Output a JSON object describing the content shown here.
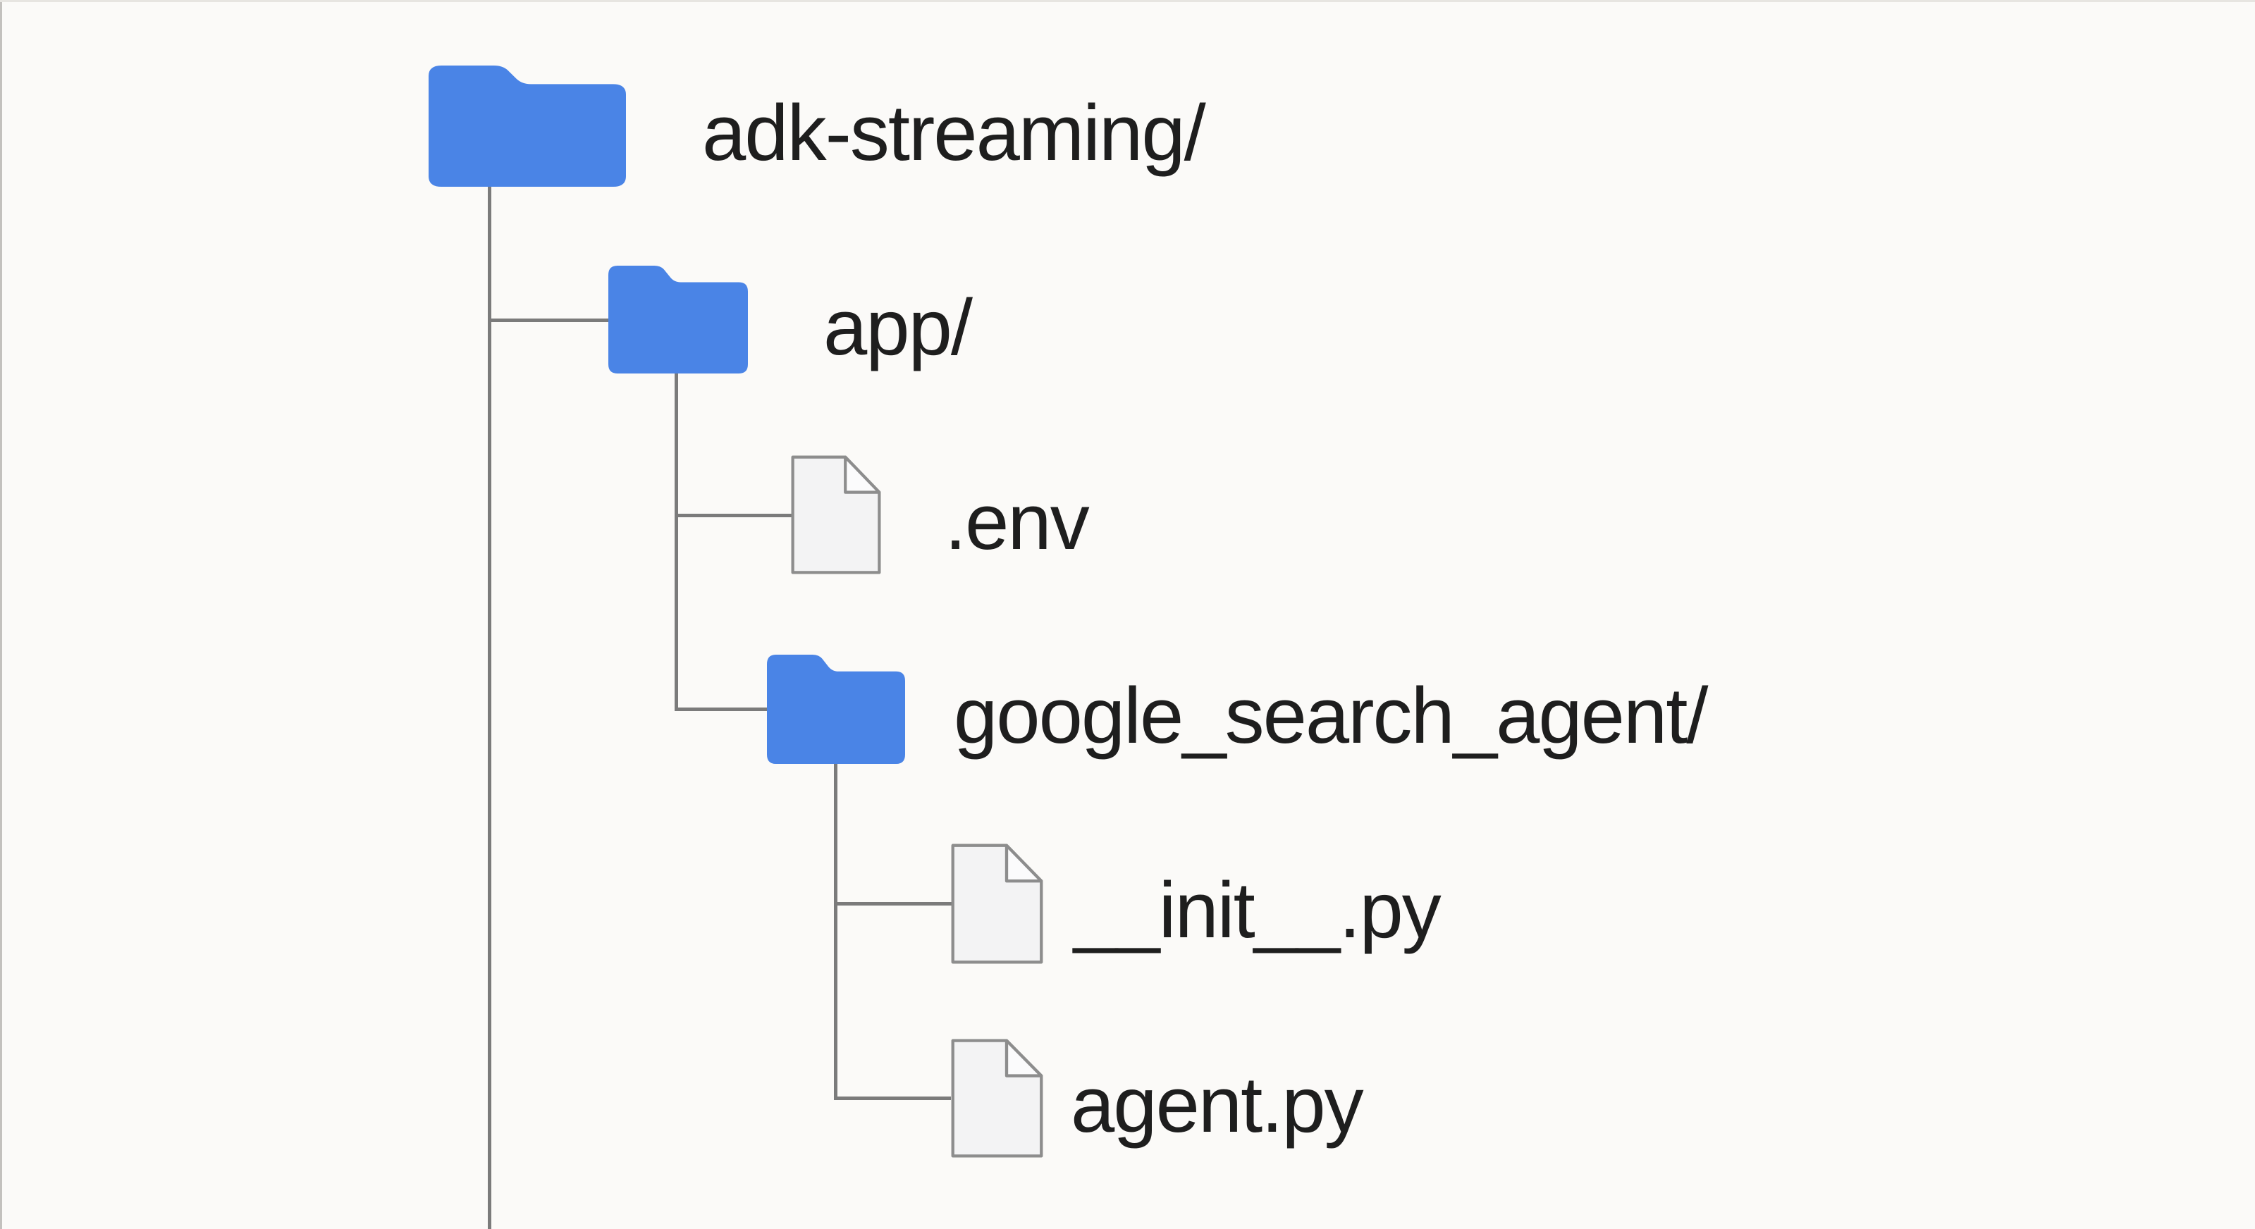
{
  "tree": {
    "nodes": [
      {
        "label": "adk-streaming/",
        "icon": "folder-icon",
        "type": "directory",
        "depth": 0
      },
      {
        "label": "app/",
        "icon": "folder-icon",
        "type": "directory",
        "depth": 1
      },
      {
        "label": ".env",
        "icon": "file-icon",
        "type": "file",
        "depth": 2
      },
      {
        "label": "google_search_agent/",
        "icon": "folder-icon",
        "type": "directory",
        "depth": 2
      },
      {
        "label": "__init__.py",
        "icon": "file-icon",
        "type": "file",
        "depth": 3
      },
      {
        "label": "agent.py",
        "icon": "file-icon",
        "type": "file",
        "depth": 3
      }
    ]
  },
  "colors": {
    "folder_blue": "#4a84e6",
    "connector_gray": "#7b7b7b",
    "file_fill": "#f3f3f4",
    "file_flap_fill": "#fbfbfc",
    "file_stroke": "#8d8d8d",
    "text": "#1e1e1e",
    "background": "#fbfaf8"
  }
}
